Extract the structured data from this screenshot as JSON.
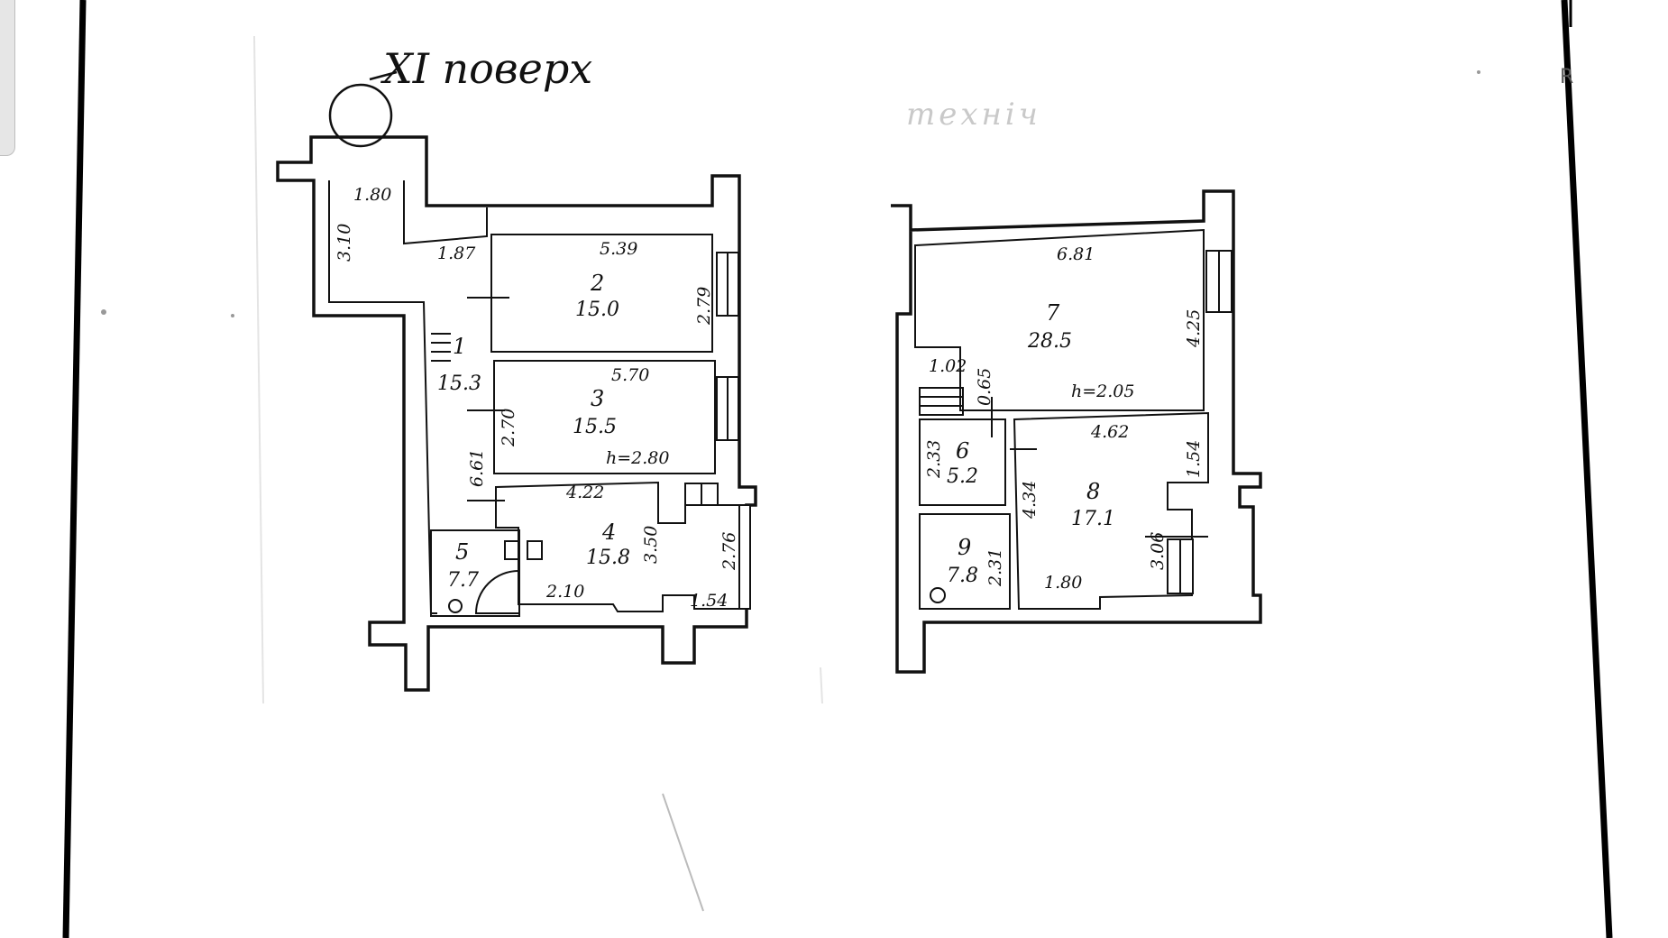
{
  "floor_title": "XI поверх",
  "faded_heading": "техніч",
  "corner_mark": "R",
  "rooms": [
    {
      "id": "1",
      "area": "15.3"
    },
    {
      "id": "2",
      "area": "15.0"
    },
    {
      "id": "3",
      "area": "15.5"
    },
    {
      "id": "4",
      "area": "15.8"
    },
    {
      "id": "5",
      "area": "7.7"
    },
    {
      "id": "6",
      "area": "5.2"
    },
    {
      "id": "7",
      "area": "28.5"
    },
    {
      "id": "8",
      "area": "17.1"
    },
    {
      "id": "9",
      "area": "7.8"
    }
  ],
  "dimensions": {
    "corridor_width": "1.80",
    "corridor_length": "3.10",
    "hall_width": "1.87",
    "room2_width": "5.39",
    "room2_depth": "2.79",
    "room3_width": "5.70",
    "room3_depth": "2.70",
    "room3_height": "h=2.80",
    "hall_segment": "6.61",
    "room4_width": "4.22",
    "room4_depth": "3.50",
    "room4_side": "2.76",
    "room4_bottom_left": "2.10",
    "room4_bottom_right": "1.54",
    "room7_width": "6.81",
    "room7_depth": "4.25",
    "room7_height": "h=2.05",
    "stair_width": "1.02",
    "stair_depth": "0.65",
    "room6_depth": "2.33",
    "room8_width": "4.62",
    "room8_depth": "4.34",
    "room8_side": "1.54",
    "room8_right": "3.06",
    "room8_bottom": "1.80",
    "room9_depth": "2.31"
  }
}
